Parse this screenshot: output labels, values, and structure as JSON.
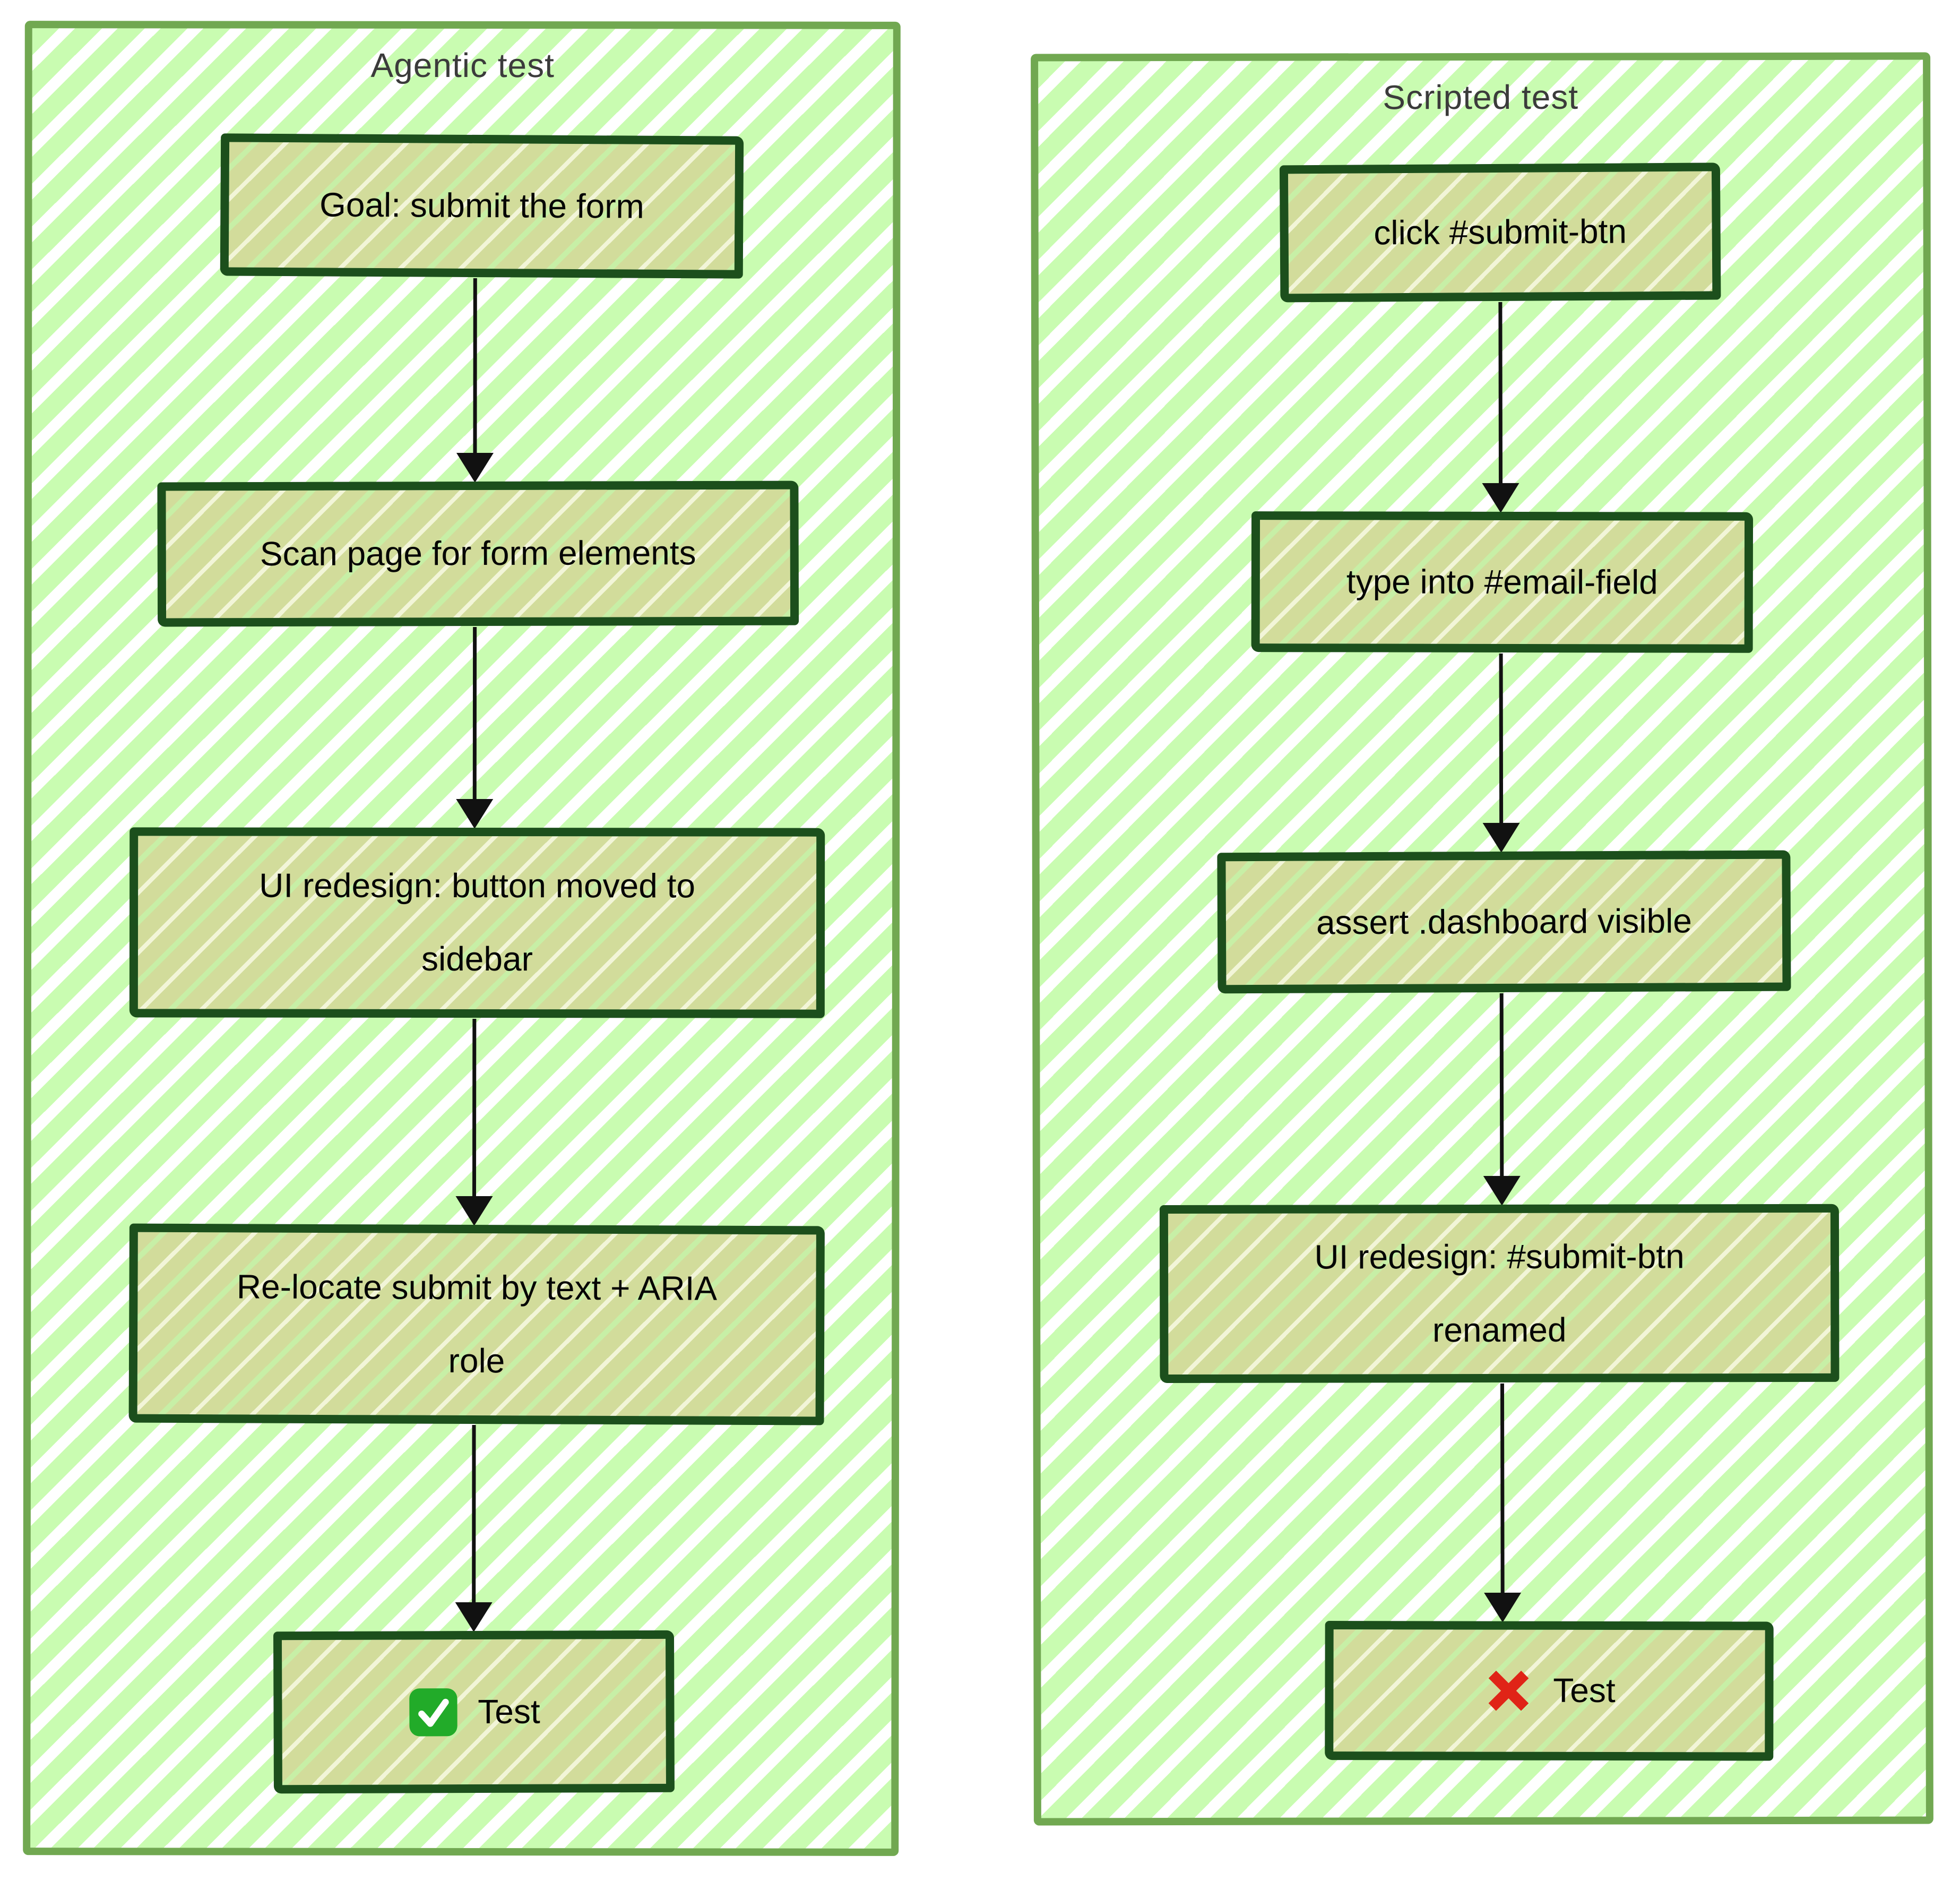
{
  "diagram": {
    "left_panel": {
      "title": "Agentic test",
      "steps": [
        "Goal: submit the form",
        "Scan page for form elements",
        "UI redesign: button moved to sidebar",
        "Re-locate submit by text + ARIA role"
      ],
      "result": {
        "icon": "check",
        "label": "Test"
      }
    },
    "right_panel": {
      "title": "Scripted test",
      "steps": [
        "click #submit-btn",
        "type into #email-field",
        "assert .dashboard visible",
        "UI redesign: #submit-btn renamed"
      ],
      "result": {
        "icon": "cross",
        "label": "Test"
      }
    },
    "colors": {
      "panel_border": "#71a851",
      "panel_hatch_green": "#c9fcb1",
      "node_border": "#1c4f1c",
      "node_fill": "#d2dc9b",
      "arrow": "#111111",
      "title_text": "#3b3b3b",
      "node_text": "#050505",
      "check_green": "#22ab29",
      "cross_red": "#e02417"
    }
  }
}
